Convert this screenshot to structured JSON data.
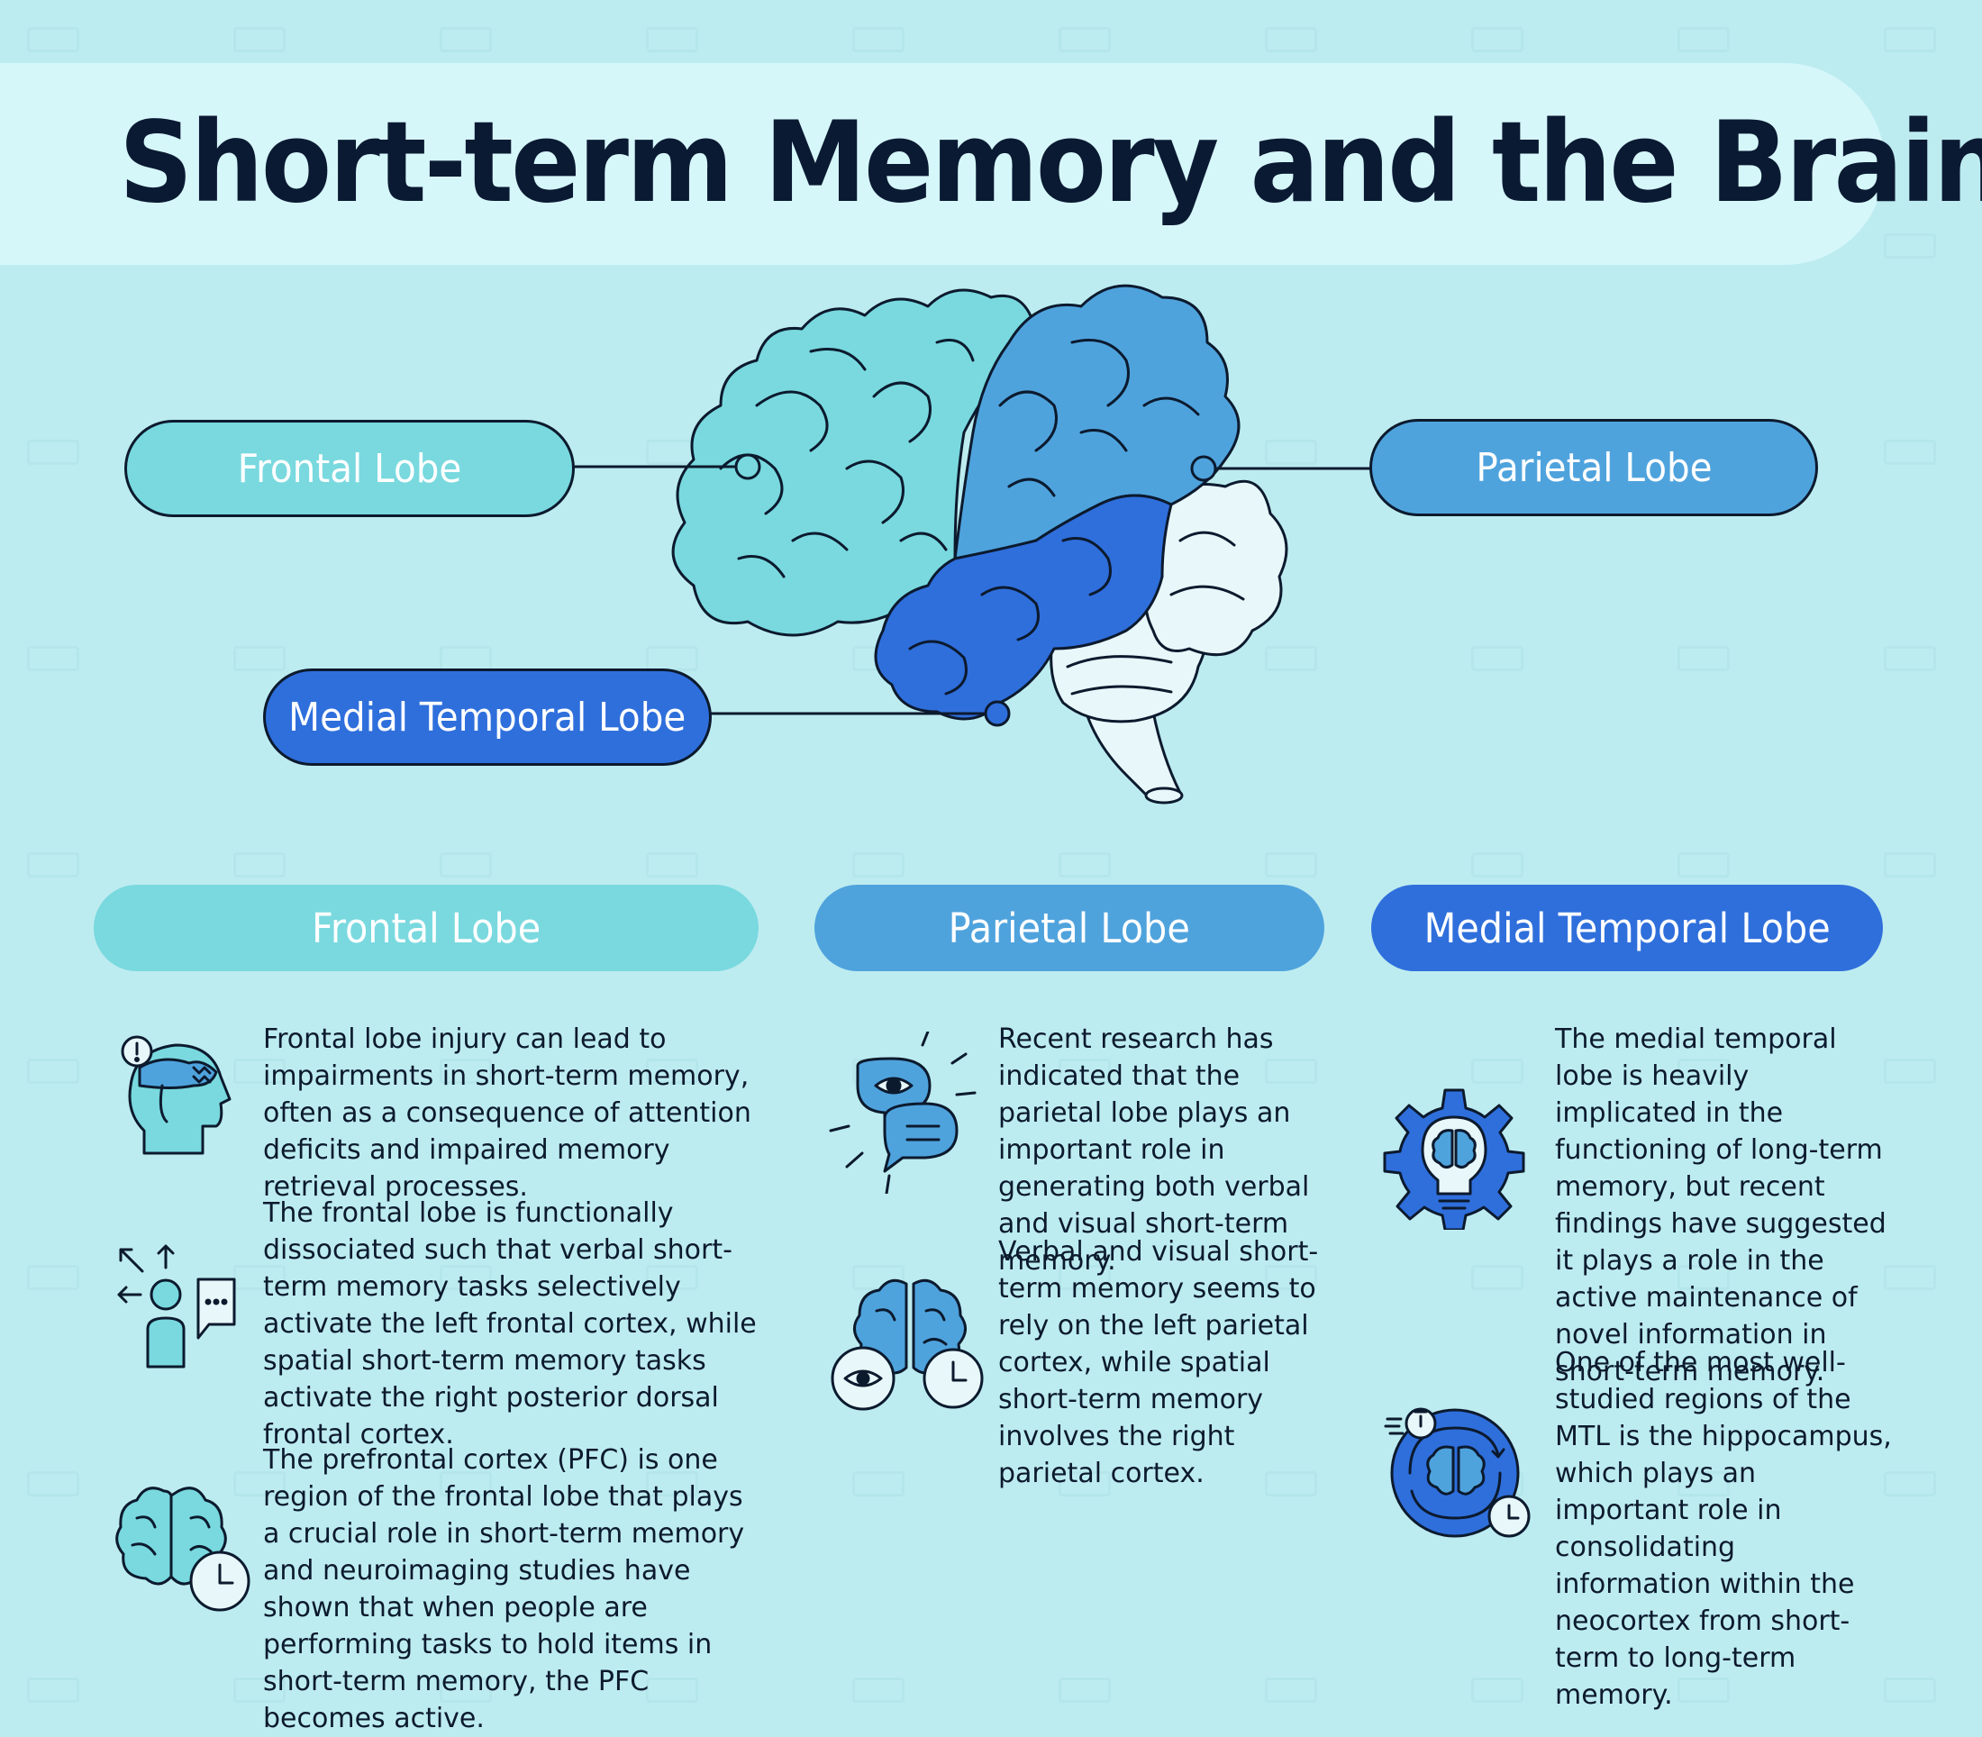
{
  "title": "Short-term Memory and the Brain",
  "colors": {
    "background": "#bdecf0",
    "frontal": "#79d9df",
    "parietal": "#4fa3dd",
    "medial_temporal": "#2f6fdc",
    "cerebellum": "#e8f8fa",
    "outline": "#0c1a2e"
  },
  "diagram": {
    "labels": {
      "frontal": "Frontal Lobe",
      "parietal": "Parietal Lobe",
      "medial_temporal": "Medial Temporal Lobe"
    }
  },
  "columns": [
    {
      "heading": "Frontal Lobe",
      "items": [
        {
          "icon": "head-brain-alert-icon",
          "text": "Frontal lobe injury can lead to impairments in short-term memory, often as a consequence of attention deficits and impaired memory retrieval processes."
        },
        {
          "icon": "person-directions-speech-icon",
          "text": "The frontal lobe is functionally dissociated such that verbal short-term memory tasks selectively activate the left frontal cortex, while spatial short-term memory tasks activate the right posterior dorsal frontal cortex."
        },
        {
          "icon": "brain-clock-icon",
          "text": "The prefrontal cortex (PFC) is one region of the frontal lobe that plays a crucial role in short-term memory and neuroimaging studies have shown that when people are performing tasks to hold items in short-term memory, the PFC becomes active."
        }
      ]
    },
    {
      "heading": "Parietal Lobe",
      "items": [
        {
          "icon": "eye-speech-bubbles-icon",
          "text": "Recent research has indicated that the parietal lobe plays an important role in generating both verbal and visual short-term memory."
        },
        {
          "icon": "brain-eye-clock-icon",
          "text": "Verbal and visual short-term memory seems to rely on the left parietal cortex, while spatial short-term memory involves the right parietal cortex."
        }
      ]
    },
    {
      "heading": "Medial Temporal Lobe",
      "items": [
        {
          "icon": "gear-lightbulb-brain-icon",
          "text": "The medial temporal lobe is heavily implicated in the functioning of long-term memory, but recent findings have suggested it plays a role in the active maintenance of novel information in short-term memory."
        },
        {
          "icon": "brain-cycle-clock-icon",
          "text": "One of the most well-studied regions of the MTL is the hippocampus, which plays an important role in consolidating information within the neocortex from short-term to long-term memory."
        }
      ]
    }
  ]
}
